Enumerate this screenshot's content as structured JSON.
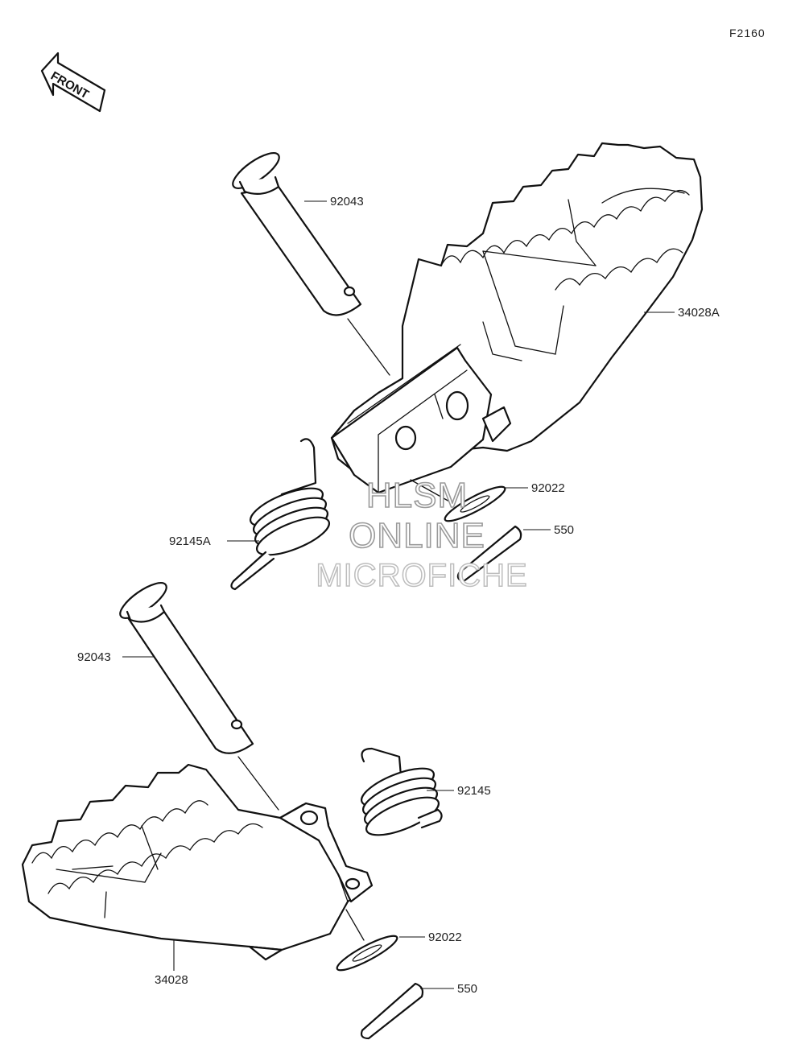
{
  "diagram_code": "F2160",
  "front_label": "FRONT",
  "watermark": {
    "line1": "HLSM",
    "line2": "ONLINE",
    "line3": "MICROFICHE"
  },
  "labels": {
    "pin_upper": "92043",
    "footpeg_upper": "34028A",
    "washer_upper": "92022",
    "cotter_upper": "550",
    "spring_upper": "92145A",
    "pin_lower": "92043",
    "spring_lower": "92145",
    "washer_lower": "92022",
    "cotter_lower": "550",
    "footpeg_lower": "34028"
  }
}
